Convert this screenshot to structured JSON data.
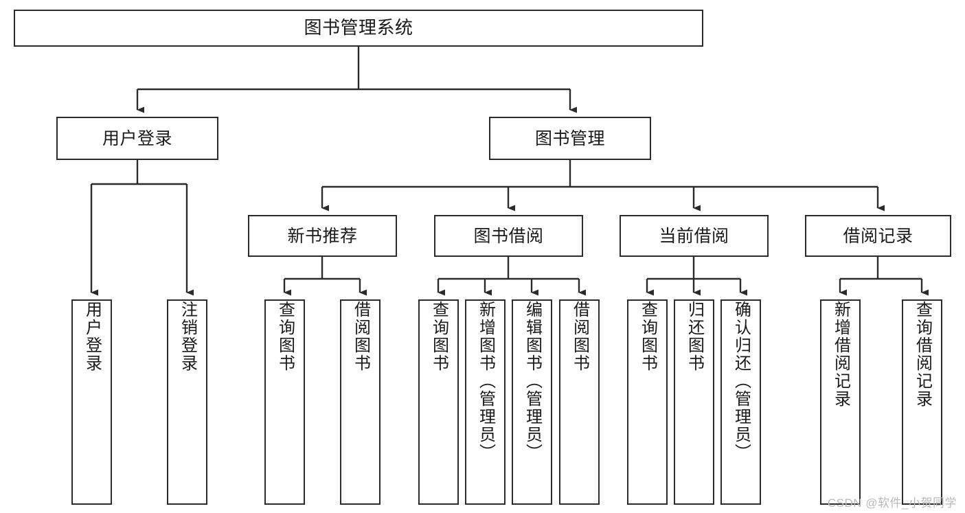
{
  "diagram": {
    "type": "tree-hierarchy",
    "title": "图书管理系统",
    "colors": {
      "box_border": "#2b2b2b",
      "box_fill": "#ffffff",
      "connector": "#2b2b2b",
      "text": "#1a1a1a",
      "watermark": "#b9b9b9",
      "background": "#ffffff"
    },
    "root": {
      "label": "图书管理系统"
    },
    "level2": [
      {
        "label": "用户登录"
      },
      {
        "label": "图书管理"
      }
    ],
    "level3": [
      {
        "label": "新书推荐"
      },
      {
        "label": "图书借阅"
      },
      {
        "label": "当前借阅"
      },
      {
        "label": "借阅记录"
      }
    ],
    "leaves": {
      "user_login": [
        {
          "label": "用户登录"
        },
        {
          "label": "注销登录"
        }
      ],
      "new_book_recommend": [
        {
          "label": "查询图书"
        },
        {
          "label": "借阅图书"
        }
      ],
      "book_borrow": [
        {
          "label": "查询图书"
        },
        {
          "label": "新增图书（管理员）"
        },
        {
          "label": "编辑图书（管理员）"
        },
        {
          "label": "借阅图书"
        }
      ],
      "current_borrow": [
        {
          "label": "查询图书"
        },
        {
          "label": "归还图书"
        },
        {
          "label": "确认归还（管理员）"
        }
      ],
      "borrow_record": [
        {
          "label": "新增借阅记录"
        },
        {
          "label": "查询借阅记录"
        }
      ]
    }
  },
  "watermark": {
    "text": "CSDN @软件_小贺同学"
  }
}
